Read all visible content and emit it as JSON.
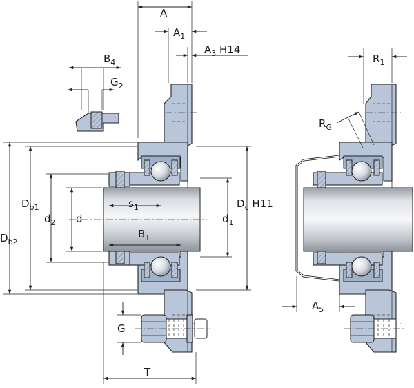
{
  "labels": {
    "A": "A",
    "A1": "A",
    "A1_sub": "1",
    "A3": "A",
    "A3_sub": "3",
    "A3_suffix": " H14",
    "B4": "B",
    "B4_sub": "4",
    "G2": "G",
    "G2_sub": "2",
    "Db1": "D",
    "Db1_sub": "b1",
    "Db2": "D",
    "Db2_sub": "b2",
    "d2": "d",
    "d2_sub": "2",
    "d": "d",
    "s1": "s",
    "s1_sub": "1",
    "B1": "B",
    "B1_sub": "1",
    "d1": "d",
    "d1_sub": "1",
    "Dc": "D",
    "Dc_sub": "c",
    "Dc_suffix": " H11",
    "G": "G",
    "T": "T",
    "R1": "R",
    "R1_sub": "1",
    "RG": "R",
    "RG_sub": "G",
    "A5": "A",
    "A5_sub": "5"
  },
  "colors": {
    "part_fill": "#b9c6da",
    "shaft_light": "#f4f5f7",
    "shaft_dark": "#a4a8ae",
    "line": "#222222"
  }
}
